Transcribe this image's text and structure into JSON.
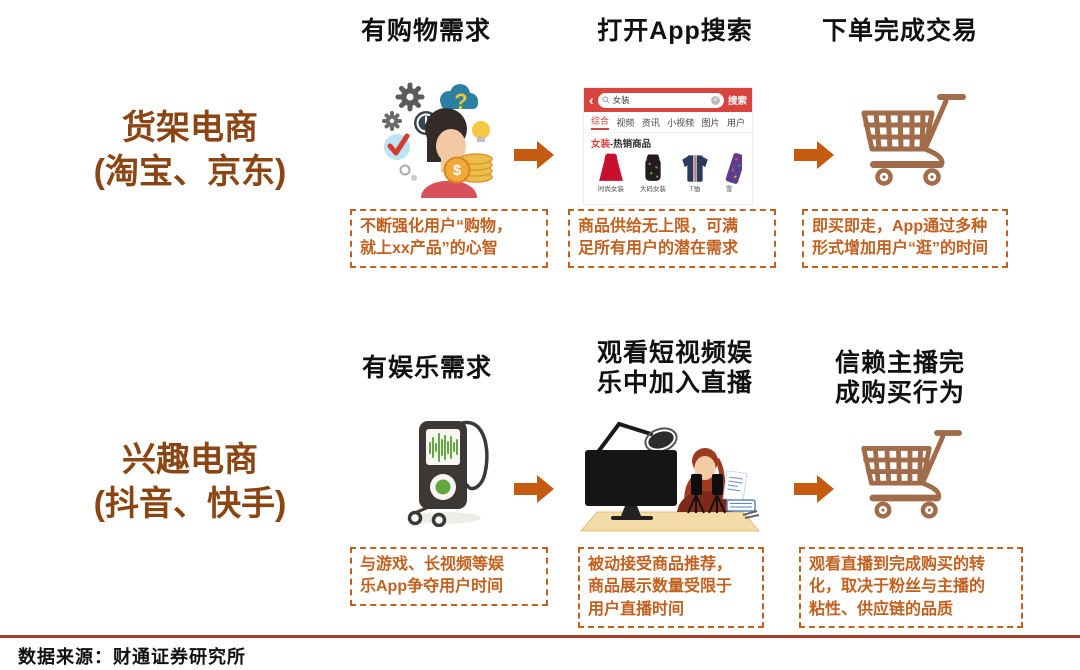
{
  "rows": [
    {
      "label": "货架电商\n(淘宝、京东)",
      "steps": [
        {
          "header": "有购物需求",
          "note": "不断强化用户“购物，\n就上xx产品”的心智"
        },
        {
          "header": "打开App搜索",
          "note": "商品供给无上限，可满\n足所有用户的潜在需求"
        },
        {
          "header": "下单完成交易",
          "note": "即买即走，App通过多种\n形式增加用户“逛”的时间"
        }
      ]
    },
    {
      "label": "兴趣电商\n(抖音、快手)",
      "steps": [
        {
          "header": "有娱乐需求",
          "note": "与游戏、长视频等娱\n乐App争夺用户时间"
        },
        {
          "header": "观看短视频娱\n乐中加入直播",
          "note": "被动接受商品推荐，\n商品展示数量受限于\n用户直播时间"
        },
        {
          "header": "信赖主播完\n成购买行为",
          "note": "观看直播到完成购买的转\n化，取决于粉丝与主播的\n粘性、供应链的品质"
        }
      ]
    }
  ],
  "app_preview": {
    "back_glyph": "‹",
    "search_value": "女装",
    "clear_glyph": "×",
    "search_button": "搜索",
    "tabs": [
      "综合",
      "视频",
      "资讯",
      "小视频",
      "图片",
      "用户"
    ],
    "section_highlight": "女装",
    "section_rest": "-热销商品",
    "products": [
      "时尚女装",
      "大码女装",
      "T恤",
      "雪"
    ]
  },
  "icons": {
    "question_glyph": "?",
    "dollar_glyph": "$"
  },
  "footer": {
    "source": "数据来源：财通证券研究所"
  },
  "colors": {
    "row_label_brown": "#8B4513",
    "arrow_orange": "#C55A11",
    "note_orange": "#C2601F",
    "app_header_red": "#D9443F",
    "divider_red": "#A93B2B",
    "cart_brown": "#A06C49",
    "player_green": "#63A83E",
    "desk_tan": "#F4DCA8"
  }
}
